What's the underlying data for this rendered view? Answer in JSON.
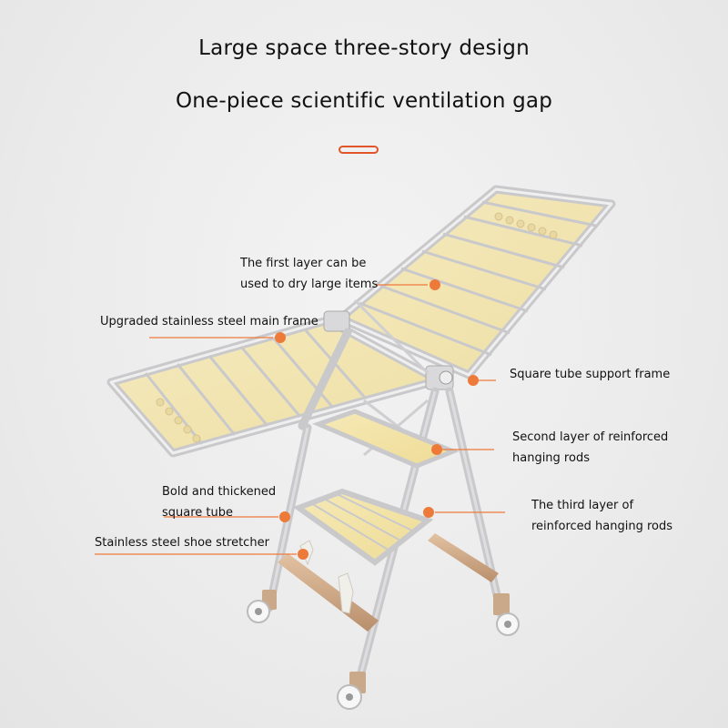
{
  "header": {
    "title_line1": "Large space three-story design",
    "title_line2": "One-piece scientific ventilation gap"
  },
  "callouts": {
    "first_layer": [
      "The first layer can be",
      "used to dry large items"
    ],
    "main_frame": "Upgraded stainless steel main frame",
    "support_frame": "Square tube support frame",
    "second_layer": [
      "Second layer of reinforced",
      "hanging rods"
    ],
    "square_tube": [
      "Bold and thickened",
      "square tube"
    ],
    "third_layer": [
      "The third layer of",
      "reinforced hanging rods"
    ],
    "shoe_stretcher": "Stainless steel shoe stretcher"
  },
  "colors": {
    "accent": "#ee7a3a",
    "pill": "#e2552b",
    "frame": "#c9c9cc",
    "shelf": "#f3e3a8"
  }
}
